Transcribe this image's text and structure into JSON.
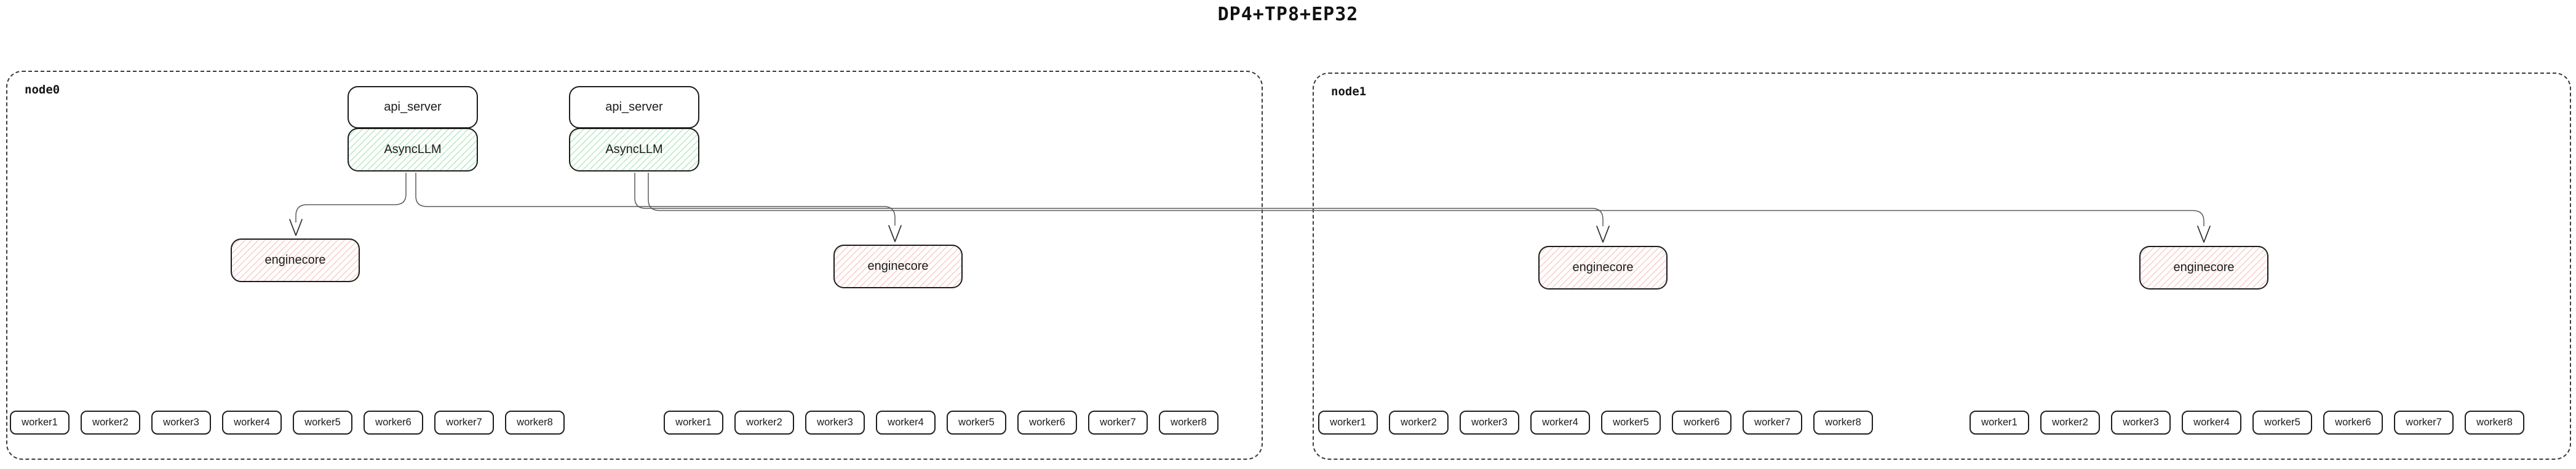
{
  "title": "DP4+TP8+EP32",
  "nodes": [
    {
      "label": "node0",
      "stacks": [
        {
          "api_server": "api_server",
          "asyncllm": "AsyncLLM"
        },
        {
          "api_server": "api_server",
          "asyncllm": "AsyncLLM"
        }
      ],
      "enginecores": [
        "enginecore",
        "enginecore"
      ],
      "worker_groups": [
        [
          "worker1",
          "worker2",
          "worker3",
          "worker4",
          "worker5",
          "worker6",
          "worker7",
          "worker8"
        ],
        [
          "worker1",
          "worker2",
          "worker3",
          "worker4",
          "worker5",
          "worker6",
          "worker7",
          "worker8"
        ]
      ]
    },
    {
      "label": "node1",
      "stacks": [],
      "enginecores": [
        "enginecore",
        "enginecore"
      ],
      "worker_groups": [
        [
          "worker1",
          "worker2",
          "worker3",
          "worker4",
          "worker5",
          "worker6",
          "worker7",
          "worker8"
        ],
        [
          "worker1",
          "worker2",
          "worker3",
          "worker4",
          "worker5",
          "worker6",
          "worker7",
          "worker8"
        ]
      ]
    }
  ],
  "colors": {
    "asyncllm_hatch": "#80d496",
    "enginecore_hatch": "#f1a7a0",
    "box_border": "#1c1c1c",
    "node_border": "#3a3a3a",
    "connector": "#5c5c5c"
  }
}
